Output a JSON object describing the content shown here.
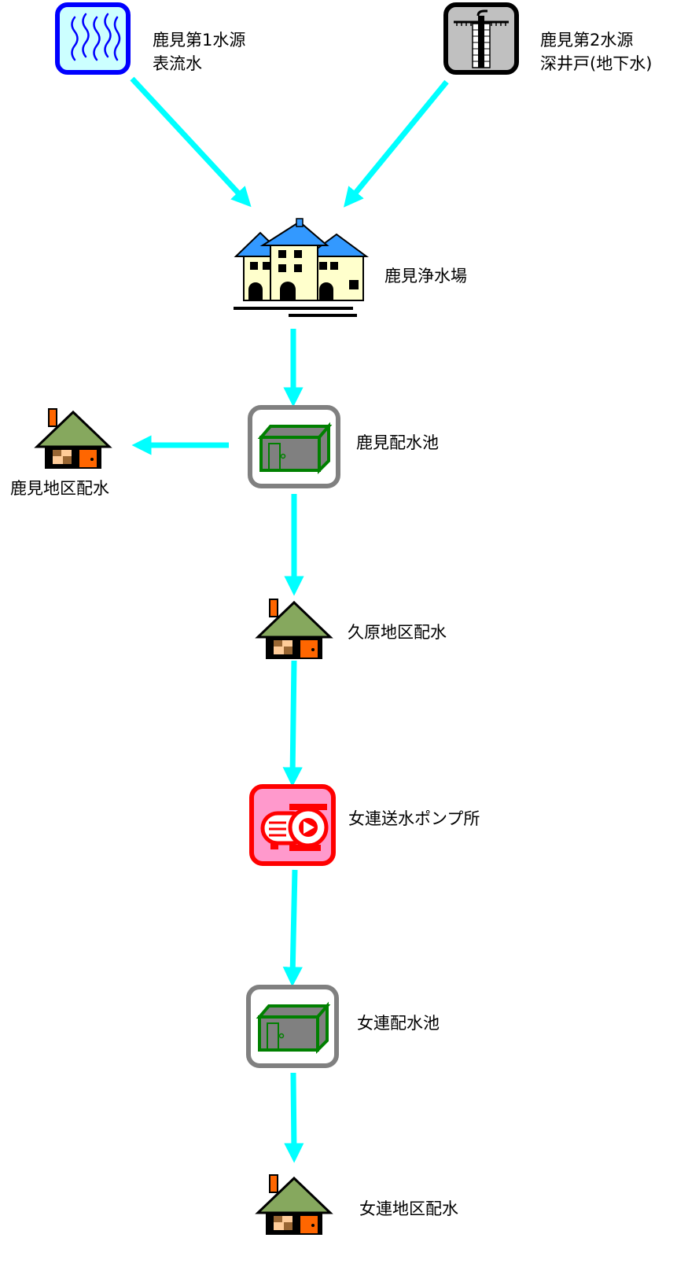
{
  "colors": {
    "flow_arrow": "#00FFFF",
    "surface_water_border": "#0000FF",
    "surface_water_fill": "#CCFFFF",
    "well_border": "#000000",
    "well_fill": "#C0C0C0",
    "plant_roof": "#3399FF",
    "plant_wall": "#FFFFCC",
    "reservoir_border": "#808080",
    "reservoir_box": "#008000",
    "pump_border": "#FF0000",
    "pump_fill": "#FF99CC",
    "house_roof": "#86A85E",
    "house_accent": "#FF6600"
  },
  "nodes": {
    "source1": {
      "icon": "surface-water-icon",
      "label_line1": "鹿見第1水源",
      "label_line2": "表流水"
    },
    "source2": {
      "icon": "deep-well-icon",
      "label_line1": "鹿見第2水源",
      "label_line2": "深井戸(地下水)"
    },
    "plant": {
      "icon": "water-treatment-plant-icon",
      "label": "鹿見浄水場"
    },
    "reservoir1": {
      "icon": "reservoir-icon",
      "label": "鹿見配水池"
    },
    "area1": {
      "icon": "house-icon",
      "label": "鹿見地区配水"
    },
    "area2": {
      "icon": "house-icon",
      "label": "久原地区配水"
    },
    "pump": {
      "icon": "pump-station-icon",
      "label": "女連送水ポンプ所"
    },
    "reservoir2": {
      "icon": "reservoir-icon",
      "label": "女連配水池"
    },
    "area3": {
      "icon": "house-icon",
      "label": "女連地区配水"
    }
  }
}
